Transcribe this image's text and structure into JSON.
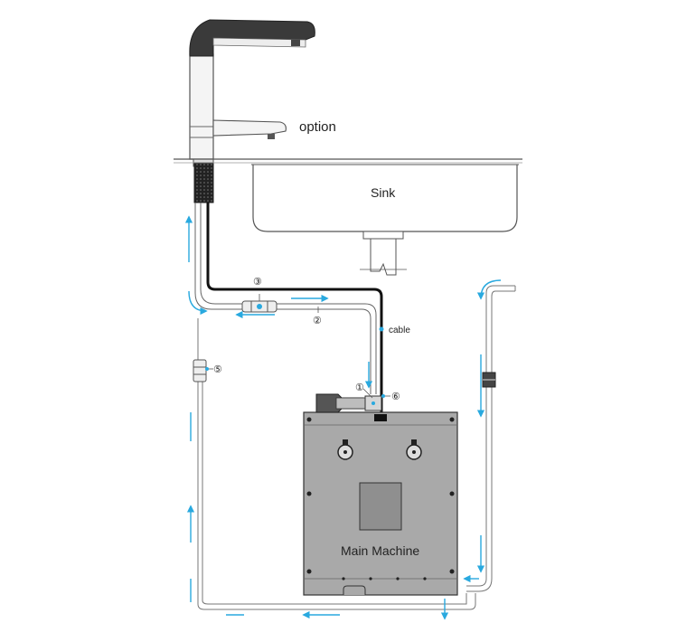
{
  "labels": {
    "option": "option",
    "sink": "Sink",
    "cable": "cable",
    "main_machine": "Main Machine"
  },
  "markers": {
    "m1": "①",
    "m2": "②",
    "m3": "③",
    "m5": "⑤",
    "m6": "⑥"
  },
  "colors": {
    "water_line": "#29a9df",
    "cable": "#111111",
    "machine_fill": "#a9a9a9",
    "faucet_top": "#3a3a3a"
  }
}
